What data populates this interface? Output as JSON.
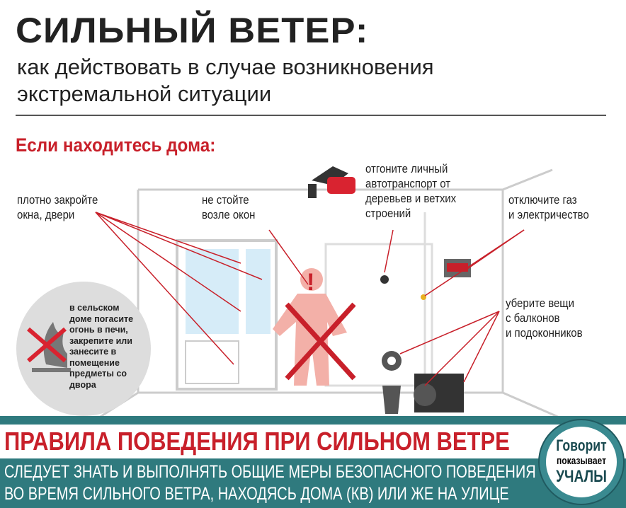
{
  "title": "СИЛЬНЫЙ ВЕТЕР:",
  "subtitle": [
    "как действовать в случае возникновения",
    "экстремальной ситуации"
  ],
  "section": "Если находитесь дома:",
  "tips": {
    "windows": [
      "плотно закройте",
      "окна, двери"
    ],
    "stand": [
      "не стойте",
      "возле окон"
    ],
    "car": [
      "отгоните личный",
      "автотранспорт от",
      "деревьев и ветхих",
      "строений"
    ],
    "gas": [
      "отключите газ",
      "и электричество"
    ],
    "balcony": [
      "уберите вещи",
      "с балконов",
      "и подоконников"
    ],
    "rural": [
      "в сельском",
      "доме погасите",
      "огонь в печи,",
      "закрепите или",
      "занесите в",
      "помещение",
      "предметы со",
      "двора"
    ]
  },
  "banner": {
    "headline": "ПРАВИЛА ПОВЕДЕНИЯ ПРИ СИЛЬНОМ ВЕТРЕ",
    "lines": [
      "СЛЕДУЕТ ЗНАТЬ И ВЫПОЛНЯТЬ ОБЩИЕ МЕРЫ БЕЗОПАСНОГО ПОВЕДЕНИЯ",
      "ВО ВРЕМЯ СИЛЬНОГО ВЕТРА, НАХОДЯСЬ ДОМА (КВ) ИЛИ ЖЕ НА УЛИЦЕ"
    ]
  },
  "logo": [
    "Говорит",
    "показывает",
    "УЧАЛЫ"
  ],
  "colors": {
    "accent": "#c8202a",
    "teal": "#2f7a7e"
  }
}
